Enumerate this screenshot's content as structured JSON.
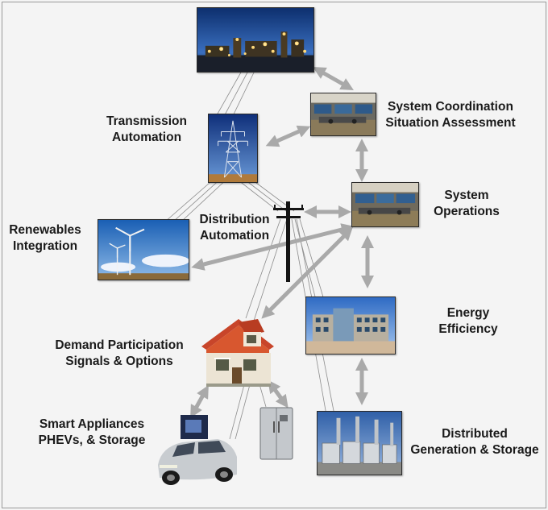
{
  "labels": {
    "transmission": [
      "Transmission",
      "Automation"
    ],
    "coordination": [
      "System Coordination",
      "Situation Assessment"
    ],
    "operations": [
      "System",
      "Operations"
    ],
    "renewables": [
      "Renewables",
      "Integration"
    ],
    "distribution": [
      "Distribution",
      "Automation"
    ],
    "efficiency": [
      "Energy",
      "Efficiency"
    ],
    "demand": [
      "Demand Participation",
      "Signals & Options"
    ],
    "appliances": [
      "Smart Appliances",
      "PHEVs, & Storage"
    ],
    "generation": [
      "Distributed",
      "Generation & Storage"
    ]
  },
  "colors": {
    "arrow": "#a9a9a9",
    "wire": "#8c8c8c",
    "label": "#1a1a1a",
    "roof": "#c8452a"
  }
}
